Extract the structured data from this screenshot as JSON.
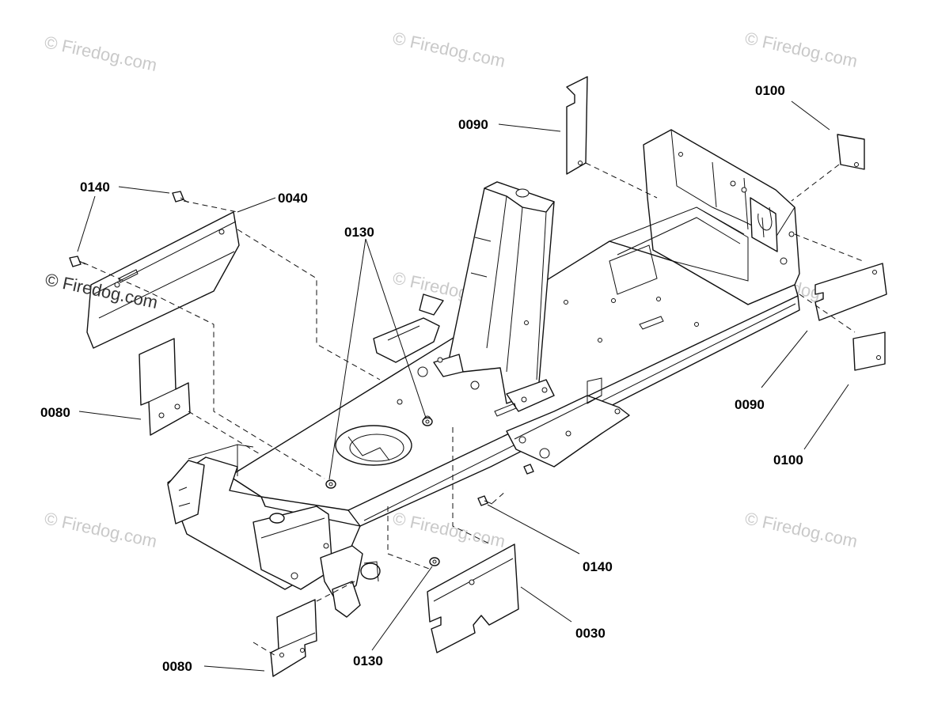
{
  "watermark": "© Firedog.com",
  "callouts": {
    "c0090_top": "0090",
    "c0100_top": "0100",
    "c0140_left": "0140",
    "c0040": "0040",
    "c0130_top": "0130",
    "c0080_left": "0080",
    "c0090_right": "0090",
    "c0100_right": "0100",
    "c0140_bottom": "0140",
    "c0030": "0030",
    "c0080_bottom": "0080",
    "c0130_bottom": "0130"
  }
}
